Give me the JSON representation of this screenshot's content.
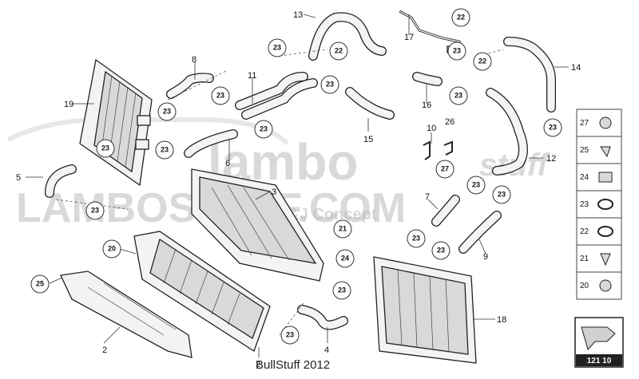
{
  "watermark": {
    "brand": "lambo",
    "brand_script": "stuff",
    "line2": "LAMBOSTUFF.COM",
    "tagline": "A J&J Concept"
  },
  "labels": {
    "p2": "2",
    "p3": "3",
    "p4": "4",
    "p5": "5",
    "p6": "6",
    "p7": "7",
    "p8": "8",
    "p9": "9",
    "p10": "10",
    "p11": "11",
    "p12": "12",
    "p13": "13",
    "p14": "14",
    "p15": "15",
    "p16": "16",
    "p17": "17",
    "p18": "18",
    "p19": "19",
    "p20": "20",
    "p21": "21",
    "p24": "24",
    "p25": "25",
    "p26": "26"
  },
  "callouts": {
    "c21": "21",
    "c22": "22",
    "c23": "23",
    "c24": "24",
    "c25": "25",
    "c27": "27",
    "c20": "20"
  },
  "legend": {
    "items": [
      "27",
      "25",
      "24",
      "23",
      "22",
      "21",
      "20"
    ]
  },
  "figure_number": "121 10",
  "footer": "BullStuff 2012"
}
